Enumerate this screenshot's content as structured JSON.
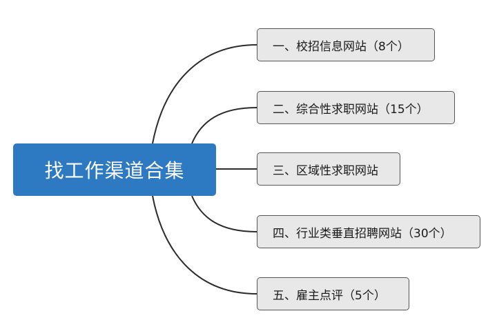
{
  "root": {
    "label": "找工作渠道合集"
  },
  "branches": [
    {
      "label": "一、校招信息网站（8个）"
    },
    {
      "label": "二、综合性求职网站（15个）"
    },
    {
      "label": "三、区域性求职网站"
    },
    {
      "label": "四、行业类垂直招聘网站（30个）"
    },
    {
      "label": "五、雇主点评（5个）"
    }
  ],
  "colors": {
    "root_fill": "#2d79c2",
    "branch_fill": "#e8e8e8",
    "branch_border": "#555555",
    "connector": "#2b2b2b"
  }
}
